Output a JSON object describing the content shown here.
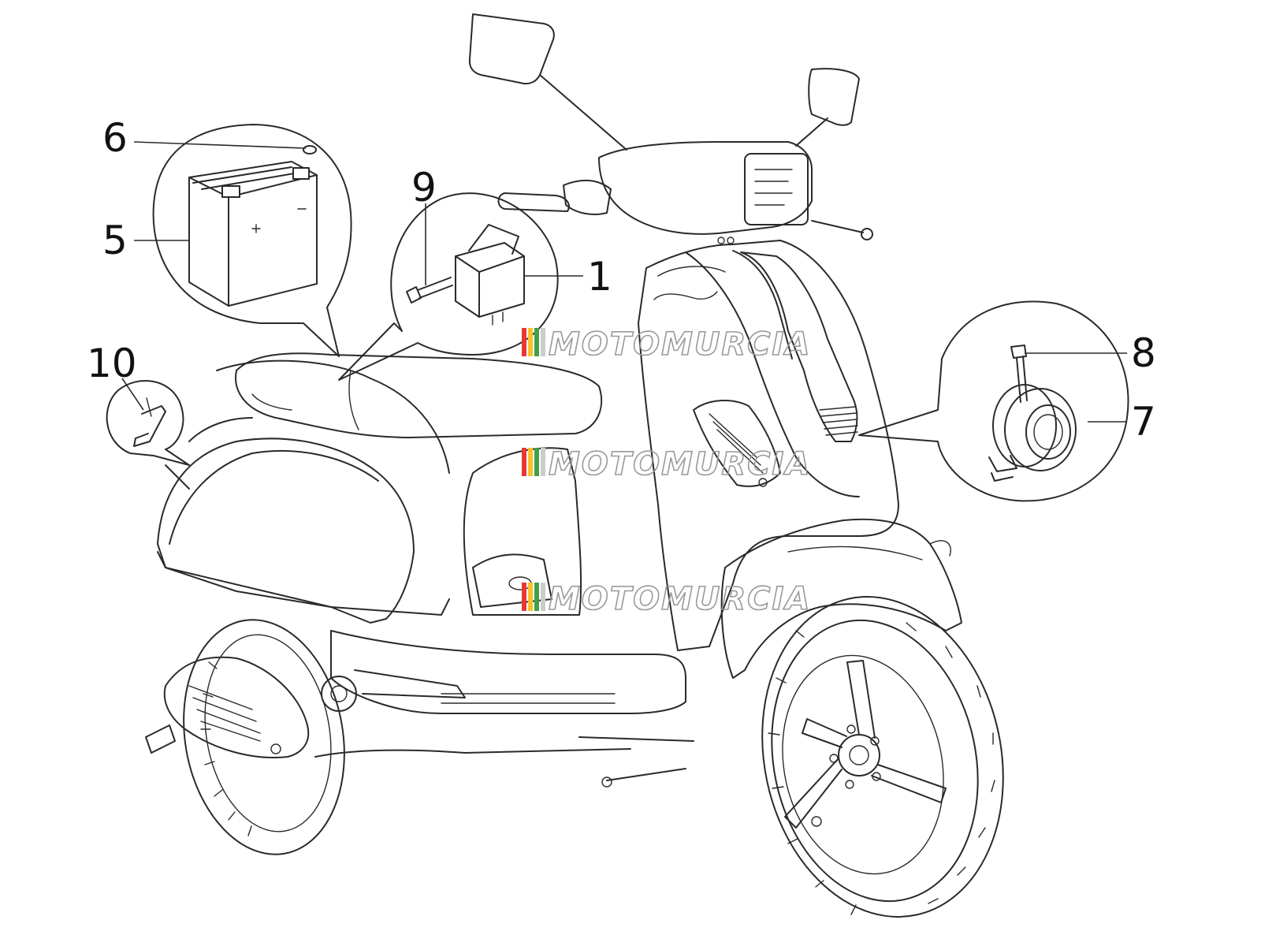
{
  "diagram": {
    "subject": "scooter exploded parts view",
    "callouts": [
      "1",
      "5",
      "6",
      "7",
      "8",
      "9",
      "10"
    ],
    "watermark": "MOTOMURCIA",
    "watermark_colors": [
      "#e53935",
      "#fbc02d",
      "#43a047",
      "#cccccc"
    ]
  }
}
